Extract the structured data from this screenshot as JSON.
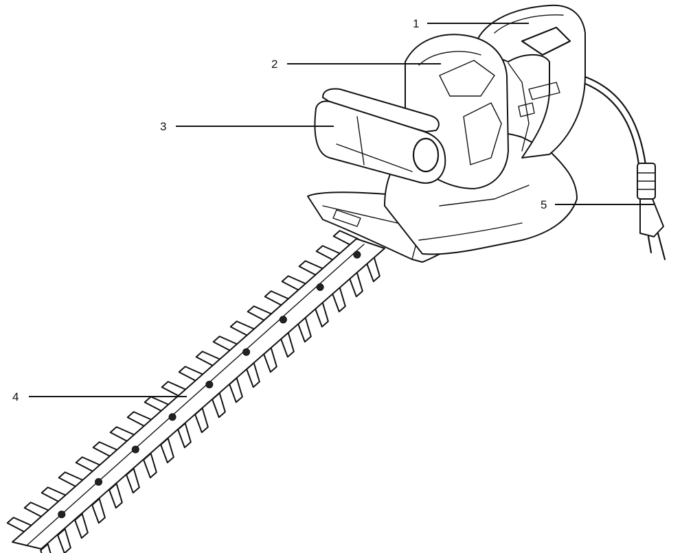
{
  "figure": {
    "ink_color": "#111111",
    "background": "#ffffff",
    "callouts": [
      {
        "id": "1",
        "label": "1"
      },
      {
        "id": "2",
        "label": "2"
      },
      {
        "id": "3",
        "label": "3"
      },
      {
        "id": "4",
        "label": "4"
      },
      {
        "id": "5",
        "label": "5"
      }
    ]
  }
}
